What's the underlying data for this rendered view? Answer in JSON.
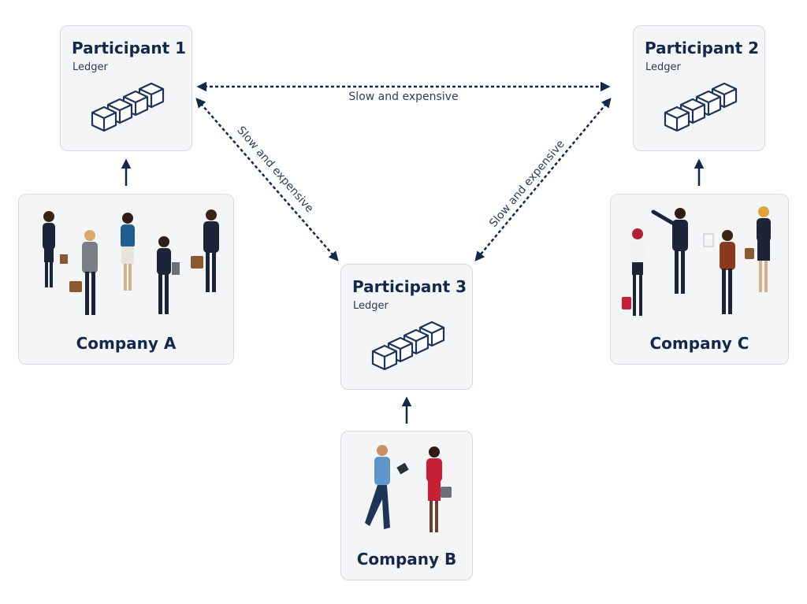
{
  "participants": [
    {
      "title": "Participant 1",
      "subtitle": "Ledger"
    },
    {
      "title": "Participant 2",
      "subtitle": "Ledger"
    },
    {
      "title": "Participant 3",
      "subtitle": "Ledger"
    }
  ],
  "companies": [
    {
      "name": "Company A"
    },
    {
      "name": "Company B"
    },
    {
      "name": "Company C"
    }
  ],
  "links": [
    {
      "label": "Slow and expensive"
    },
    {
      "label": "Slow and expensive"
    },
    {
      "label": "Slow and expensive"
    }
  ],
  "colors": {
    "navy": "#14294a",
    "card": "#f4f5f7",
    "border": "#d7dbe0"
  }
}
